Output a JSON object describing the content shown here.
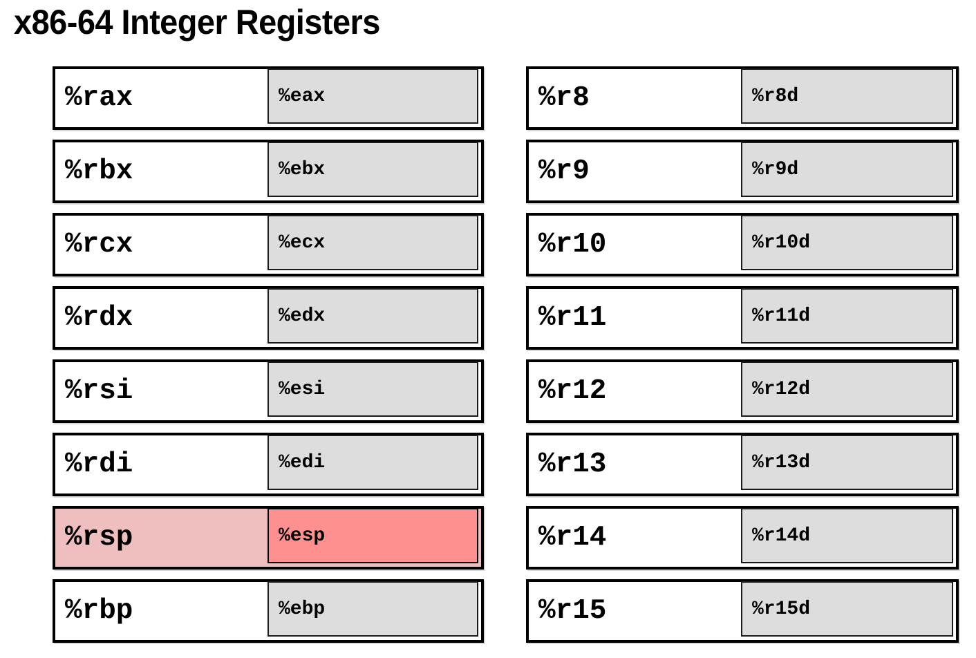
{
  "slide": {
    "title": "x86-64 Integer Registers"
  },
  "colors": {
    "border": "#000000",
    "subregister_fill": "#dddddd",
    "highlight_outer_fill": "#efbebe",
    "highlight_inner_fill": "#ff9090",
    "background": "#ffffff",
    "text": "#000000"
  },
  "registers": {
    "left_column": [
      {
        "name64": "%rax",
        "name32": "%eax",
        "highlighted": false
      },
      {
        "name64": "%rbx",
        "name32": "%ebx",
        "highlighted": false
      },
      {
        "name64": "%rcx",
        "name32": "%ecx",
        "highlighted": false
      },
      {
        "name64": "%rdx",
        "name32": "%edx",
        "highlighted": false
      },
      {
        "name64": "%rsi",
        "name32": "%esi",
        "highlighted": false
      },
      {
        "name64": "%rdi",
        "name32": "%edi",
        "highlighted": false
      },
      {
        "name64": "%rsp",
        "name32": "%esp",
        "highlighted": true
      },
      {
        "name64": "%rbp",
        "name32": "%ebp",
        "highlighted": false
      }
    ],
    "right_column": [
      {
        "name64": "%r8",
        "name32": "%r8d",
        "highlighted": false
      },
      {
        "name64": "%r9",
        "name32": "%r9d",
        "highlighted": false
      },
      {
        "name64": "%r10",
        "name32": "%r10d",
        "highlighted": false
      },
      {
        "name64": "%r11",
        "name32": "%r11d",
        "highlighted": false
      },
      {
        "name64": "%r12",
        "name32": "%r12d",
        "highlighted": false
      },
      {
        "name64": "%r13",
        "name32": "%r13d",
        "highlighted": false
      },
      {
        "name64": "%r14",
        "name32": "%r14d",
        "highlighted": false
      },
      {
        "name64": "%r15",
        "name32": "%r15d",
        "highlighted": false
      }
    ]
  }
}
